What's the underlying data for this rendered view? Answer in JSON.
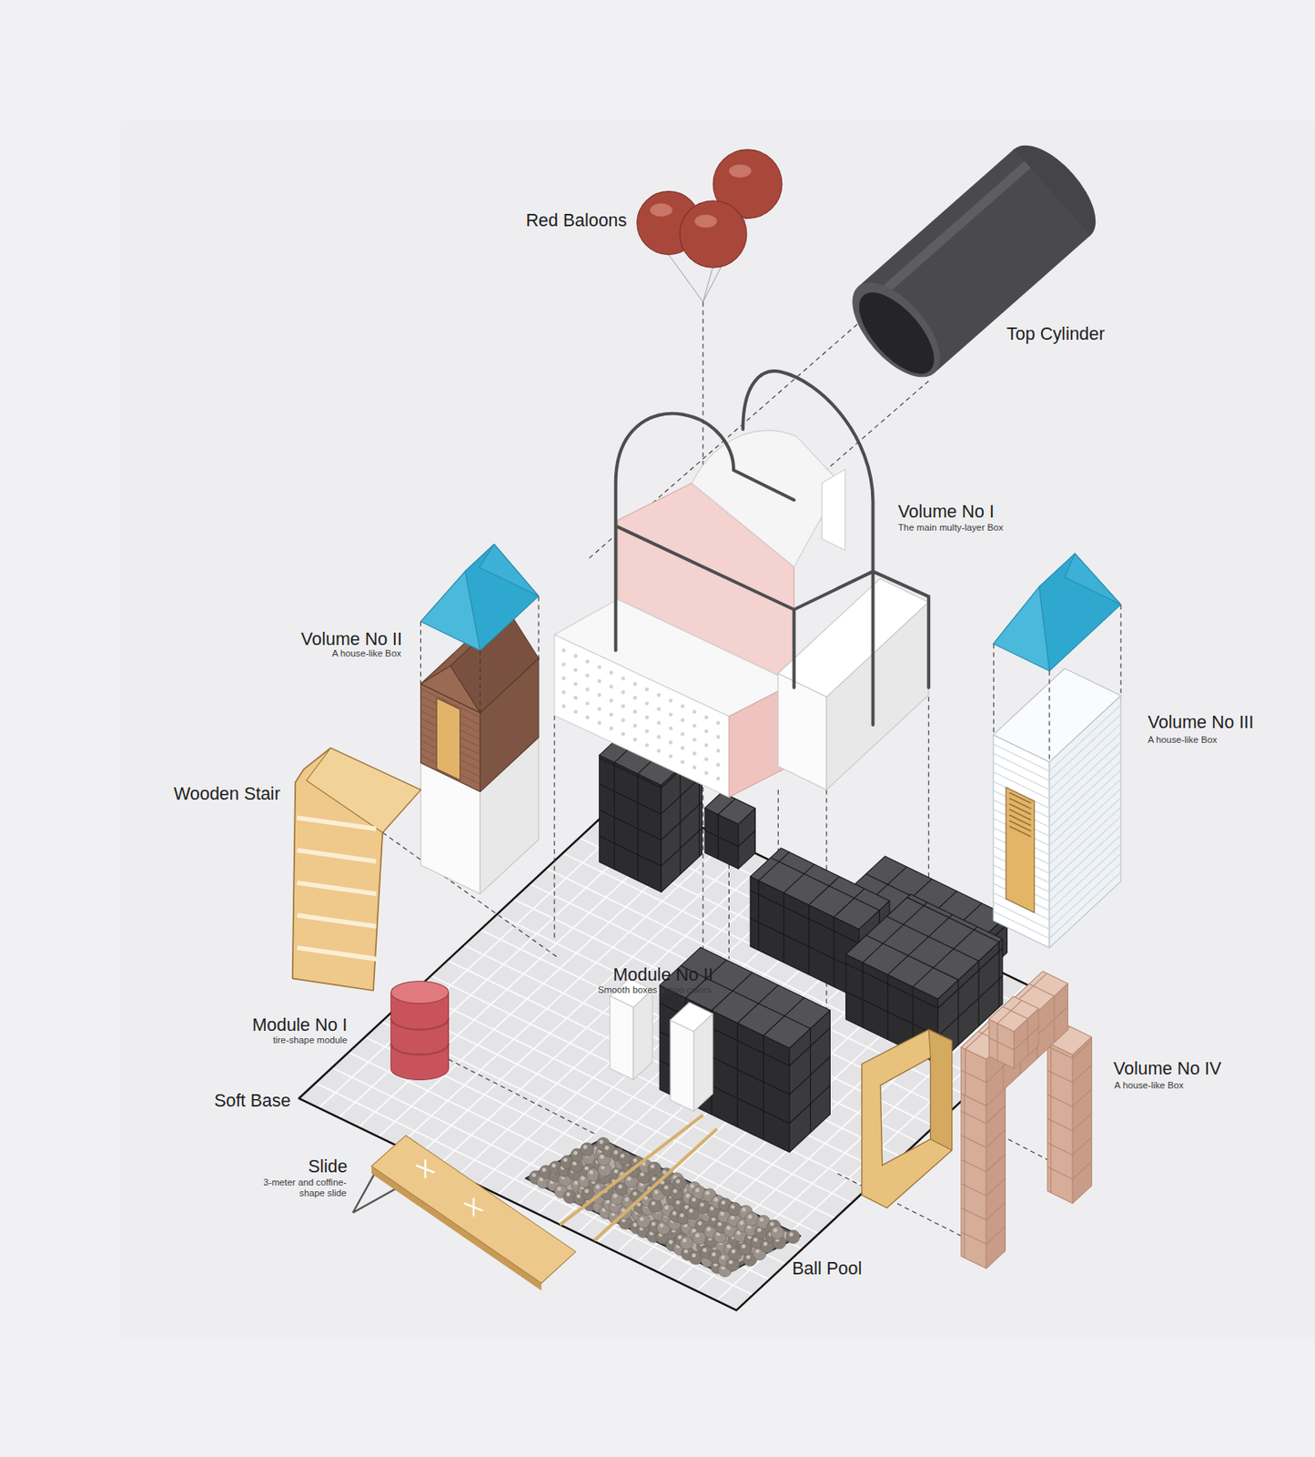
{
  "diagram": {
    "labels": [
      "Red Baloons",
      "Top Cylinder",
      "Volume No I",
      "The main multy-layer Box",
      "Volume No II",
      "A house-like Box",
      "Volume No III",
      "A house-like Box",
      "Wooden Stair",
      "Module No II",
      "Smooth boxes in two colors",
      "Module No I",
      "tire-shape module",
      "Volume No IV",
      "A house-like Box",
      "Soft Base",
      "Slide",
      "3-meter and coffine-shape slide",
      "Ball Pool"
    ]
  }
}
